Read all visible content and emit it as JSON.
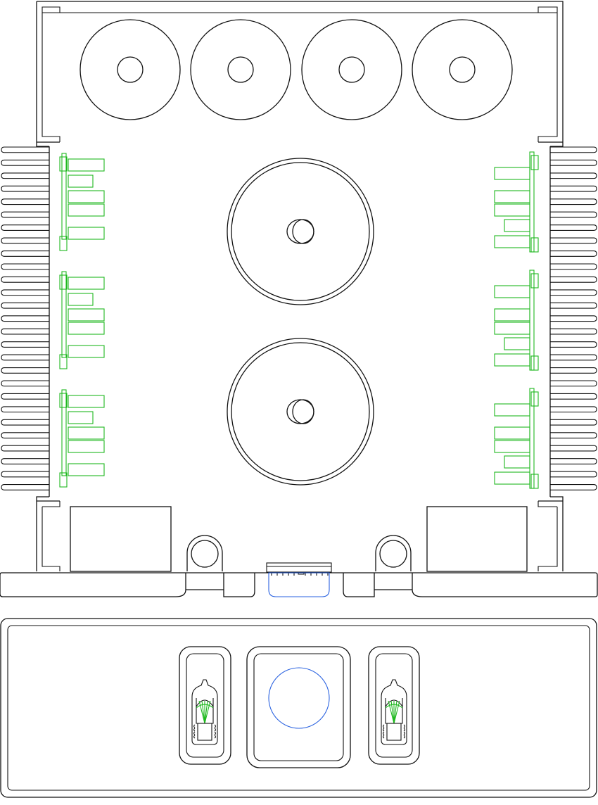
{
  "drawing": {
    "views": [
      "top-view",
      "front-view"
    ],
    "colors": {
      "outline": "#111111",
      "transistors": "#1fb81f",
      "knob": "#2a62e0",
      "background": "#ffffff"
    },
    "components": {
      "capacitors_top_row": 4,
      "toroidal_transformers": 2,
      "heatsinks": 2,
      "output_transistor_groups_per_side": 3,
      "rectangular_blocks": 2,
      "mounting_holes": 2,
      "front_vacuum_tubes": 2,
      "front_knobs": 1
    }
  }
}
